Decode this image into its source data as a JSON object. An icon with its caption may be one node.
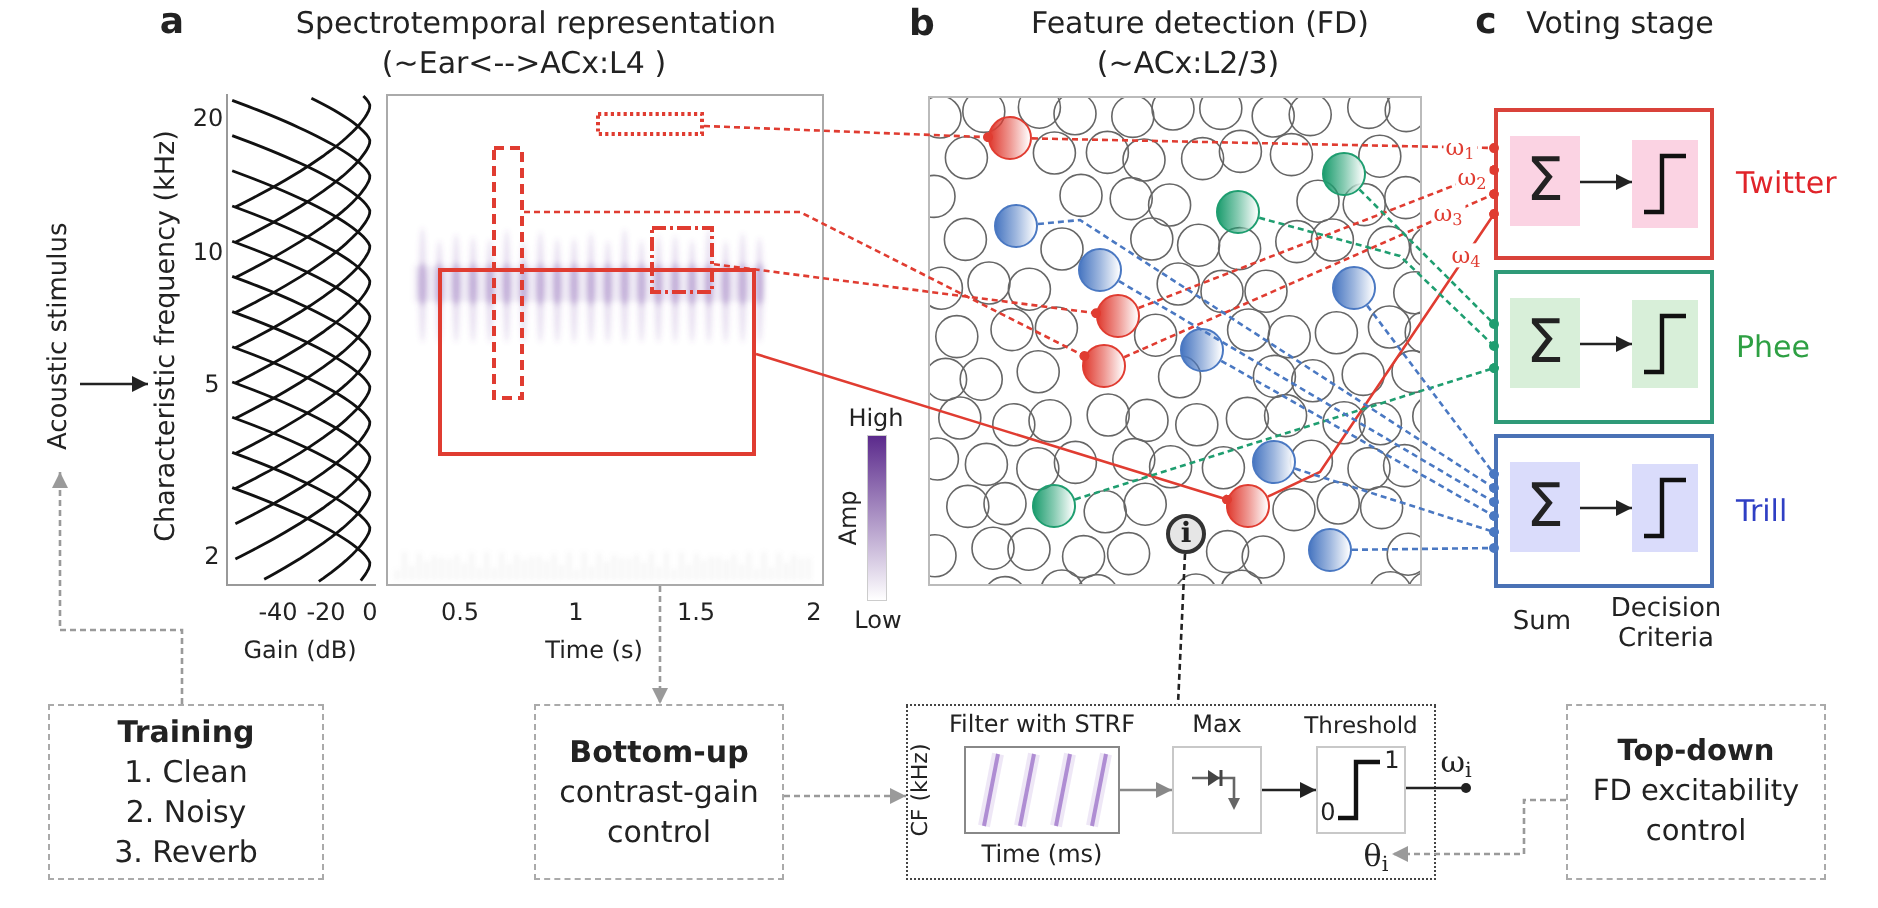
{
  "diagram": {
    "nodes": [
      {
        "text": [
          "Acoustic stimulus"
        ]
      },
      {
        "text": [],
        "shape": "picture"
      },
      {
        "text": [],
        "shape": "picture"
      },
      {
        "text": [],
        "shape": "box",
        "in": 2
      },
      {
        "text": [],
        "shape": "box",
        "in": 2
      },
      {
        "text": [],
        "shape": "box",
        "in": 2
      },
      {
        "text": [],
        "shape": "box",
        "in": 2
      },
      {
        "text": [],
        "shape": "box"
      },
      {
        "text": [],
        "shape": "circle",
        "in": 7
      },
      {
        "text": [],
        "shape": "circle",
        "in": 7
      },
      {
        "text": [],
        "shape": "circle",
        "in": 7
      },
      {
        "text": [],
        "shape": "circle",
        "in": 7
      },
      {
        "text": [],
        "shape": "circle",
        "in": 7
      },
      {
        "text": [],
        "shape": "circle",
        "in": 7
      },
      {
        "text": [],
        "shape": "circle",
        "in": 7
      },
      {
        "text": [],
        "shape": "circle",
        "in": 7
      },
      {
        "text": [],
        "shape": "circle",
        "in": 7
      },
      {
        "text": [],
        "shape": "circle",
        "in": 7
      },
      {
        "text": [],
        "shape": "circle",
        "in": 7
      },
      {
        "text": [],
        "shape": "circle",
        "in": 7
      },
      {
        "text": [
          "i"
        ],
        "in": 7
      },
      {
        "text": [],
        "shape": "circle",
        "in": 7
      },
      {
        "text": [
          "Twitter"
        ]
      },
      {
        "text": [
          "Σ"
        ],
        "in": 22
      },
      {
        "text": [],
        "shape": "box",
        "in": 22
      },
      {
        "text": [
          "Phee"
        ]
      },
      {
        "text": [
          "Σ"
        ],
        "in": 25
      },
      {
        "text": [],
        "shape": "box",
        "in": 25
      },
      {
        "text": [
          "Trill"
        ]
      },
      {
        "text": [
          "Σ"
        ],
        "in": 28
      },
      {
        "text": [],
        "shape": "box",
        "in": 28
      },
      {
        "text": [
          "Training",
          "1. Clean",
          "2. Noisy",
          "3. Reverb"
        ]
      },
      {
        "text": [
          "Bottom-up",
          "contrast-gain control"
        ]
      },
      {
        "text": [],
        "shape": "box"
      },
      {
        "text": [
          "Filter with STRF"
        ],
        "beside": [
          "CF (kHz)",
          "Time (ms)"
        ],
        "in": 33
      },
      {
        "text": [
          "Max"
        ],
        "in": 33
      },
      {
        "text": [
          "Threshold",
          "1",
          "0"
        ],
        "in": 33
      },
      {
        "text": [
          "θ$_{i}$"
        ],
        "in": 33
      },
      {
        "text": [
          "Top-down",
          "FD excitability control"
        ]
      }
    ],
    "edges": [
      {
        "from": 0,
        "to": 1,
        "arrow": "to",
        "color": "#222222"
      },
      {
        "from": 31,
        "to": 0,
        "arrow": "to",
        "style": "dashed",
        "color": "#9a9a9a"
      },
      {
        "from": 3,
        "to": 8,
        "arrow": "other",
        "style": "dashed",
        "color": "#e03c31"
      },
      {
        "from": 4,
        "to": 16,
        "arrow": "other",
        "style": "dashed",
        "color": "#e03c31"
      },
      {
        "from": 5,
        "to": 14,
        "arrow": "other",
        "style": "dashed",
        "color": "#e03c31"
      },
      {
        "from": 6,
        "to": 19,
        "arrow": "other",
        "color": "#e03c31"
      },
      {
        "from": 8,
        "to": 22,
        "arrow": "other",
        "style": "dashed",
        "color": "#e03c31",
        "label": "ω$_{1}$"
      },
      {
        "from": 14,
        "to": 22,
        "arrow": "other",
        "style": "dashed",
        "color": "#e03c31",
        "label": "ω$_{2}$"
      },
      {
        "from": 16,
        "to": 22,
        "arrow": "other",
        "style": "dashed",
        "color": "#e03c31",
        "label": "ω$_{3}$"
      },
      {
        "from": 19,
        "to": 22,
        "arrow": "other",
        "color": "#e03c31",
        "label": "ω$_{4}$"
      },
      {
        "from": 9,
        "to": 25,
        "arrow": "other",
        "style": "dashed",
        "color": "#1f9e70"
      },
      {
        "from": 10,
        "to": 25,
        "arrow": "other",
        "style": "dashed",
        "color": "#1f9e70"
      },
      {
        "from": 18,
        "to": 25,
        "arrow": "other",
        "style": "dashed",
        "color": "#1f9e70"
      },
      {
        "from": 13,
        "to": 28,
        "arrow": "other",
        "style": "dashed",
        "color": "#4a78c2"
      },
      {
        "from": 11,
        "to": 28,
        "arrow": "other",
        "style": "dashed",
        "color": "#4a78c2"
      },
      {
        "from": 12,
        "to": 28,
        "arrow": "other",
        "style": "dashed",
        "color": "#4a78c2"
      },
      {
        "from": 15,
        "to": 28,
        "arrow": "other",
        "style": "dashed",
        "color": "#4a78c2"
      },
      {
        "from": 17,
        "to": 28,
        "arrow": "other",
        "style": "dashed",
        "color": "#4a78c2"
      },
      {
        "from": 21,
        "to": 28,
        "arrow": "other",
        "style": "dashed",
        "color": "#4a78c2"
      },
      {
        "from": 23,
        "to": 24,
        "arrow": "to",
        "color": "#222222"
      },
      {
        "from": 26,
        "to": 27,
        "arrow": "to",
        "color": "#222222"
      },
      {
        "from": 29,
        "to": 30,
        "arrow": "to",
        "color": "#222222"
      },
      {
        "from": 2,
        "to": 32,
        "arrow": "to",
        "style": "dashed",
        "color": "#9a9a9a"
      },
      {
        "from": 32,
        "to": 33,
        "arrow": "to",
        "style": "dashed",
        "color": "#9a9a9a"
      },
      {
        "from": 20,
        "to": 33,
        "arrow": "none",
        "style": "dashed",
        "color": "#222222"
      },
      {
        "from": 34,
        "to": 35,
        "arrow": "to",
        "color": "#888888"
      },
      {
        "from": 35,
        "to": 36,
        "arrow": "to",
        "color": "#222222"
      },
      {
        "from": 36,
        "to": null,
        "arrow": "other",
        "label": "ω$_{i}$",
        "color": "#222222"
      },
      {
        "from": 38,
        "to": 37,
        "arrow": "to",
        "style": "dashed",
        "color": "#9a9a9a"
      }
    ],
    "labels": [
      "a",
      "Spectrotemporal representation",
      "(~Ear<-->ACx:L4 )",
      "b",
      "Feature detection (FD)",
      "(~ACx:L2/3)",
      "c",
      "Voting stage",
      "Characteristic frequency (kHz)",
      "20",
      "10",
      "5",
      "2",
      "High",
      "Amp",
      "-40",
      "-20",
      "0",
      "0.5",
      "1",
      "1.5",
      "2",
      "Low",
      "Sum",
      "Decision Criteria",
      "Gain (dB)",
      "Time (s)"
    ]
  }
}
